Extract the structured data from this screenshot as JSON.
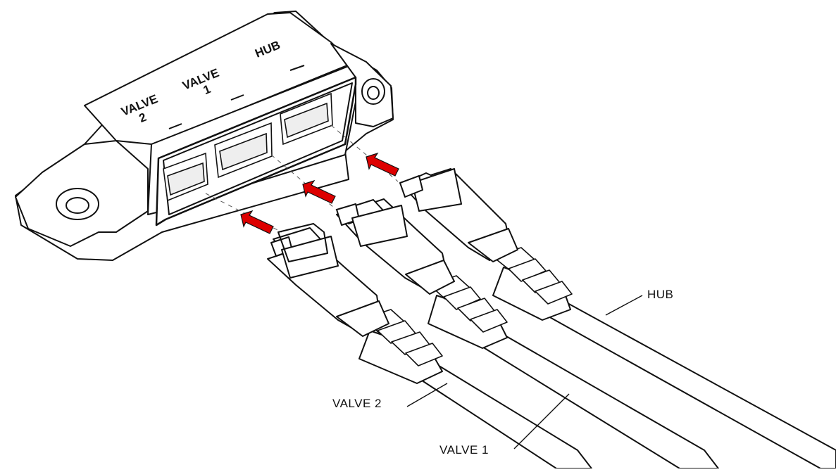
{
  "device": {
    "port_labels": [
      {
        "line1": "VALVE",
        "line2": "2"
      },
      {
        "line1": "VALVE",
        "line2": "1"
      },
      {
        "line1": "HUB",
        "line2": ""
      }
    ]
  },
  "callouts": {
    "hub": "HUB",
    "valve2": "VALVE 2",
    "valve1": "VALVE 1"
  },
  "colors": {
    "arrow": "#dd0000",
    "line": "#111111",
    "body": "#ffffff"
  },
  "icons": [
    "insert-arrow-icon"
  ]
}
